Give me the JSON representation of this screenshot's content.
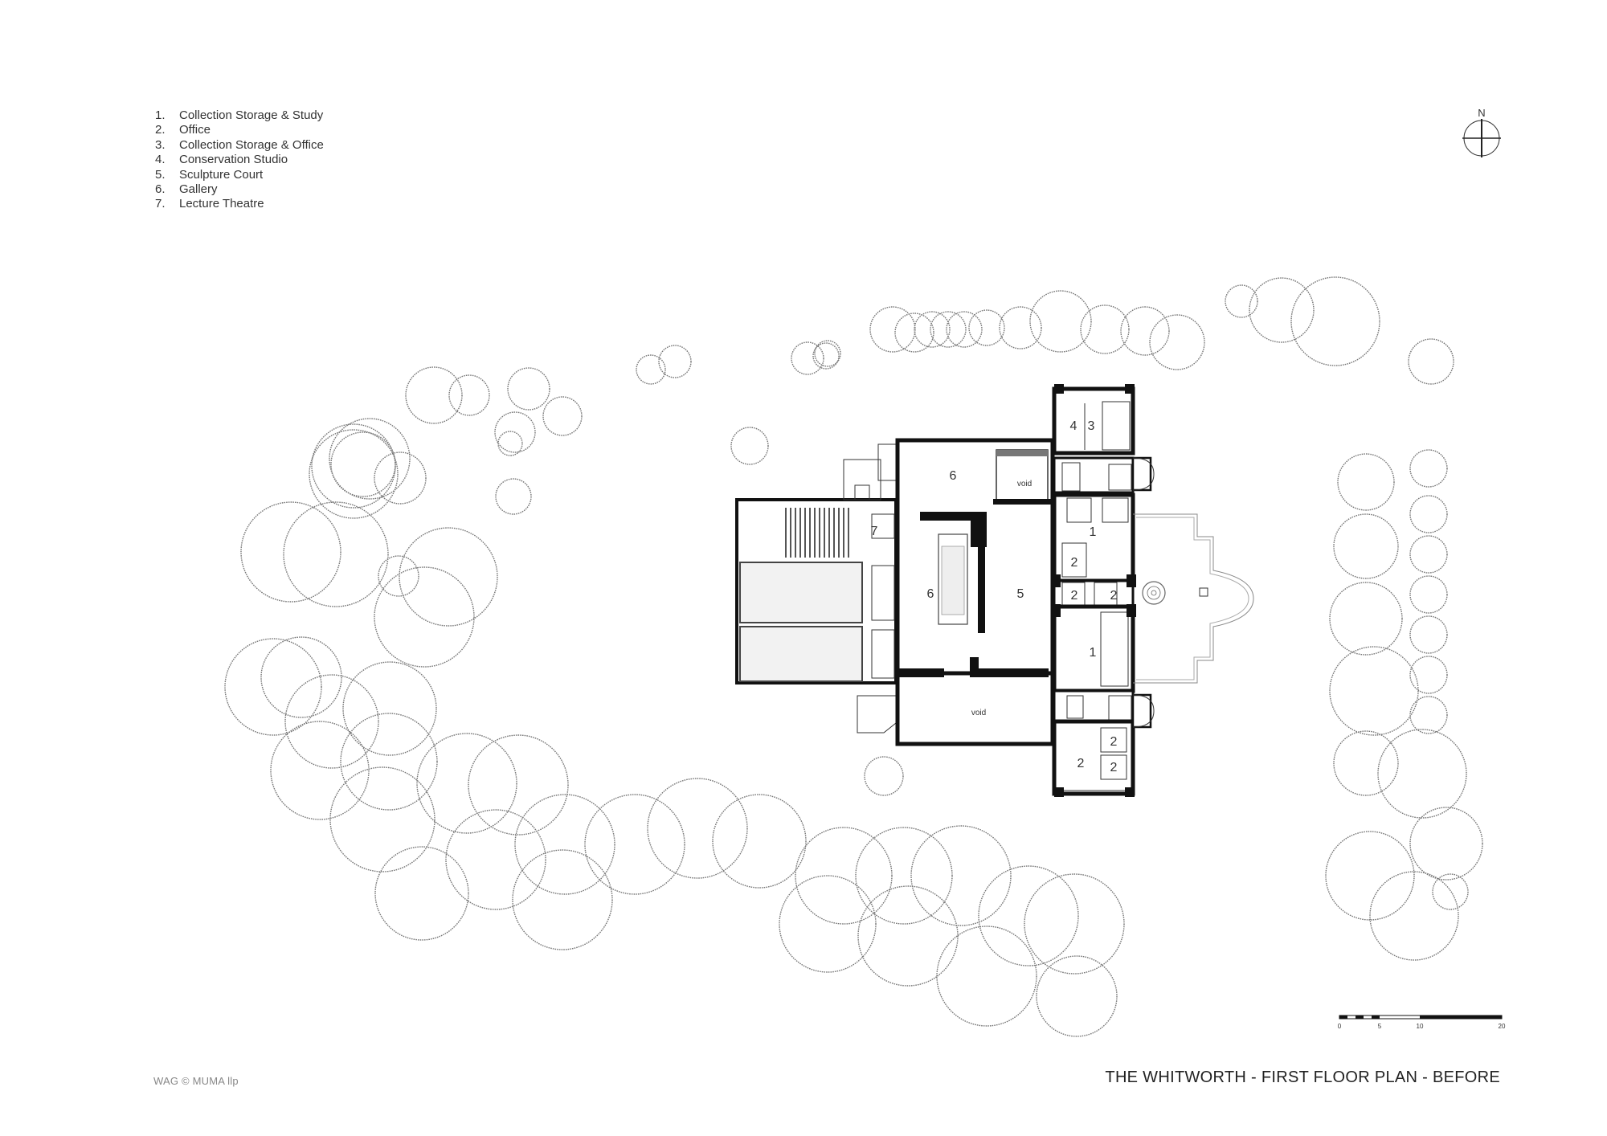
{
  "legend": [
    {
      "num": "1.",
      "label": "Collection Storage & Study"
    },
    {
      "num": "2.",
      "label": "Office"
    },
    {
      "num": "3.",
      "label": "Collection Storage & Office"
    },
    {
      "num": "4.",
      "label": "Conservation Studio"
    },
    {
      "num": "5.",
      "label": "Sculpture Court"
    },
    {
      "num": "6.",
      "label": "Gallery"
    },
    {
      "num": "7.",
      "label": "Lecture Theatre"
    }
  ],
  "north_label": "N",
  "credit": "WAG  © MUMA llp",
  "title": "THE WHITWORTH - FIRST FLOOR PLAN - BEFORE",
  "scale_bar": {
    "ticks": [
      "0",
      "5",
      "10",
      "20"
    ]
  },
  "room_labels": {
    "gallery_top": "6",
    "gallery_left": "6",
    "sculpture_court": "5",
    "lecture_theatre": "7",
    "conservation": "4",
    "storage_office": "3",
    "storage_study_north": "1",
    "storage_study_south": "1",
    "office_a": "2",
    "office_b": "2",
    "office_c": "2",
    "office_d": "2",
    "office_e": "2",
    "office_f": "2"
  },
  "void_labels": {
    "void_top": "void",
    "void_bottom": "void"
  }
}
